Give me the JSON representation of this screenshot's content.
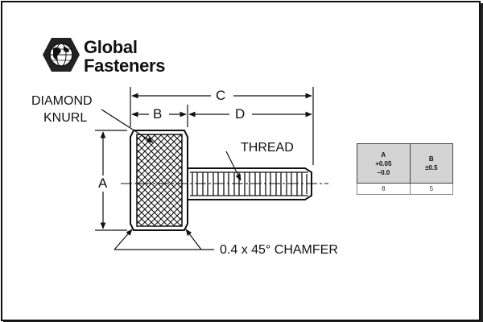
{
  "brand": {
    "line1": "Global",
    "line2": "Fasteners",
    "logo_icon": "hex-globe-icon"
  },
  "labels": {
    "knurl_line1": "DIAMOND",
    "knurl_line2": "KNURL",
    "dim_a": "A",
    "dim_b": "B",
    "dim_c": "C",
    "dim_d": "D",
    "thread": "THREAD",
    "chamfer": "0.4 x 45° CHAMFER"
  },
  "spec_table": {
    "headers": [
      {
        "name": "A",
        "tol_upper": "+0.05",
        "tol_lower": "−0.0"
      },
      {
        "name": "B",
        "tol": "±0.5"
      }
    ],
    "rows": [
      [
        "8",
        "5"
      ]
    ]
  },
  "colors": {
    "ink": "#111111",
    "table_header_bg": "#d4d4d4"
  }
}
